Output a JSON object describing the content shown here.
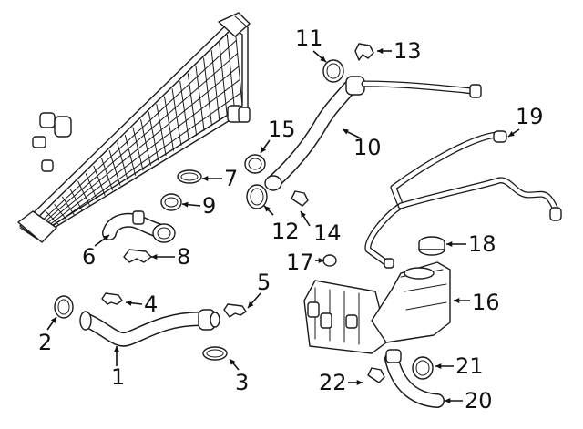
{
  "diagram": {
    "callouts": [
      {
        "id": 1,
        "text": "1"
      },
      {
        "id": 2,
        "text": "2"
      },
      {
        "id": 3,
        "text": "3"
      },
      {
        "id": 4,
        "text": "4"
      },
      {
        "id": 5,
        "text": "5"
      },
      {
        "id": 6,
        "text": "6"
      },
      {
        "id": 7,
        "text": "7"
      },
      {
        "id": 8,
        "text": "8"
      },
      {
        "id": 9,
        "text": "9"
      },
      {
        "id": 10,
        "text": "10"
      },
      {
        "id": 11,
        "text": "11"
      },
      {
        "id": 12,
        "text": "12"
      },
      {
        "id": 13,
        "text": "13"
      },
      {
        "id": 14,
        "text": "14"
      },
      {
        "id": 15,
        "text": "15"
      },
      {
        "id": 16,
        "text": "16"
      },
      {
        "id": 17,
        "text": "17"
      },
      {
        "id": 18,
        "text": "18"
      },
      {
        "id": 19,
        "text": "19"
      },
      {
        "id": 20,
        "text": "20"
      },
      {
        "id": 21,
        "text": "21"
      },
      {
        "id": 22,
        "text": "22"
      }
    ],
    "colors": {
      "line": "#1a1a1a",
      "background": "#ffffff"
    }
  }
}
